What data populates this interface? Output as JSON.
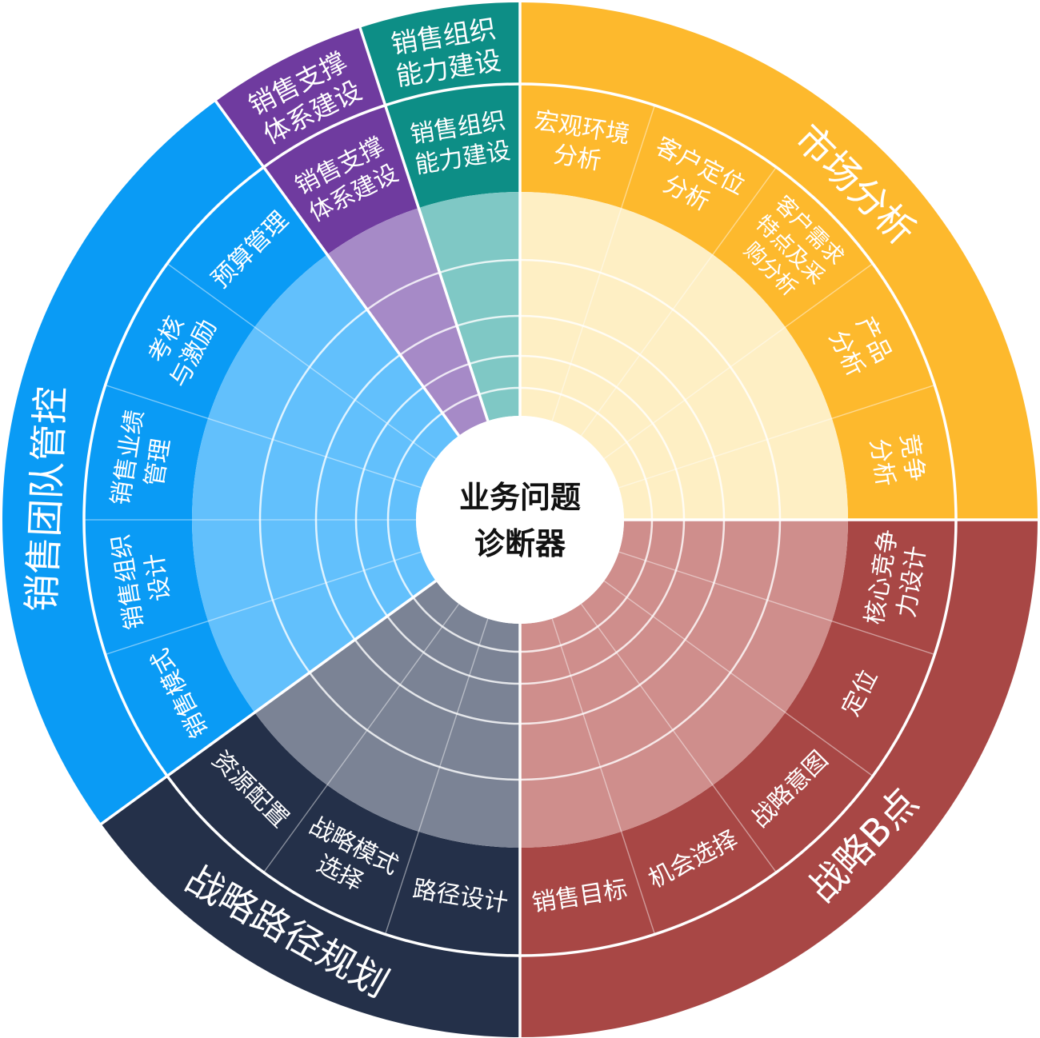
{
  "center": {
    "lines": [
      "业务问题",
      "诊断器"
    ]
  },
  "categories": [
    {
      "label": [
        "市场分析"
      ],
      "color": "#FDB92D",
      "light": "#FEEFC4",
      "items": [
        [
          "宏观环境",
          "分析"
        ],
        [
          "客户定位",
          "分析"
        ],
        [
          "客户需求",
          "特点及采",
          "购分析"
        ],
        [
          "产品",
          "分析"
        ],
        [
          "竞争",
          "分析"
        ]
      ]
    },
    {
      "label": [
        "战略B点"
      ],
      "color": "#A84745",
      "light": "#CF8E8C",
      "items": [
        [
          "核心竞争",
          "力设计"
        ],
        [
          "定位"
        ],
        [
          "战略意图"
        ],
        [
          "机会选择"
        ],
        [
          "销售目标"
        ]
      ]
    },
    {
      "label": [
        "战略路径规划"
      ],
      "color": "#243049",
      "light": "#7B8395",
      "items": [
        [
          "路径设计"
        ],
        [
          "战略模式",
          "选择"
        ],
        [
          "资源配置"
        ]
      ]
    },
    {
      "label": [
        "销售团队管控"
      ],
      "color": "#0A9BF5",
      "light": "#62C0FC",
      "items": [
        [
          "销售模式"
        ],
        [
          "销售组织",
          "设计"
        ],
        [
          "销售业绩",
          "管理"
        ],
        [
          "考核",
          "与激励"
        ],
        [
          "预算管理"
        ]
      ]
    },
    {
      "label": [
        "销售支撑",
        "体系建设"
      ],
      "color": "#6F3B9F",
      "light": "#A68AC7",
      "items": [
        [
          "销售支撑",
          "体系建设"
        ]
      ]
    },
    {
      "label": [
        "销售组织",
        "能力建设"
      ],
      "color": "#0D8E86",
      "light": "#7FC8C5",
      "items": [
        [
          "销售组织",
          "能力建设"
        ]
      ]
    }
  ]
}
